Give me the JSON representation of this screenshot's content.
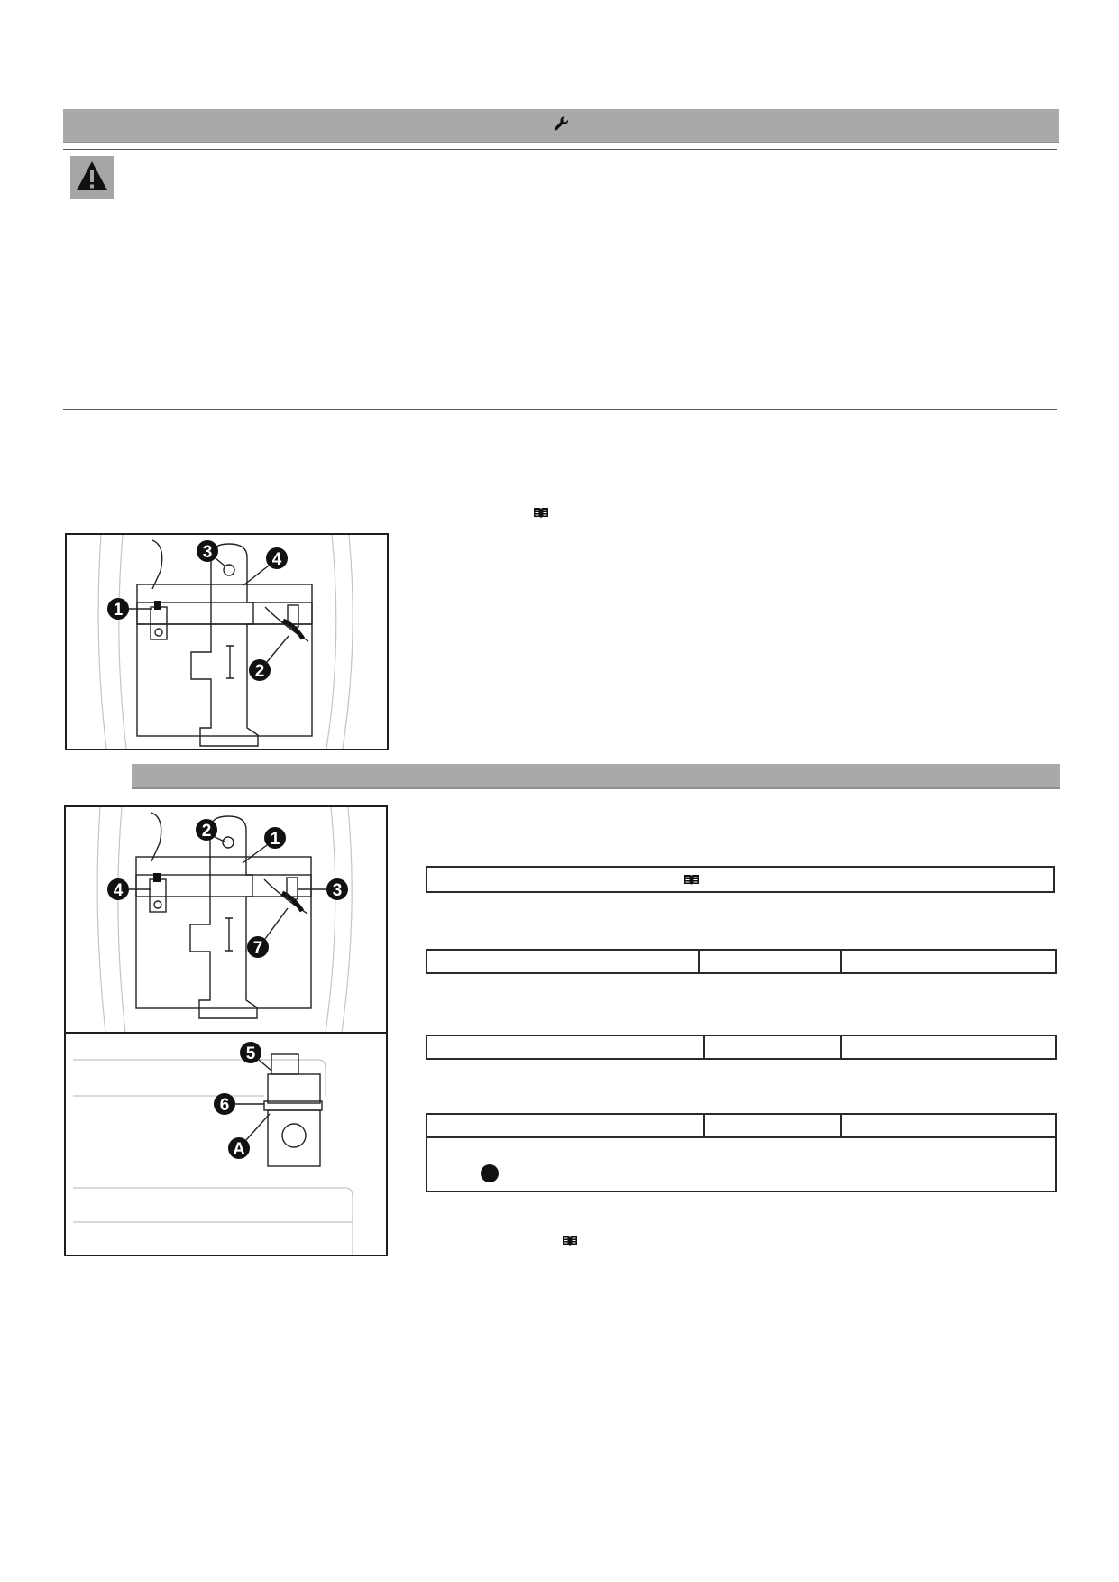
{
  "header_bar": {
    "icon": "wrench-icon",
    "text": ""
  },
  "warning": {
    "icon": "warning-triangle-icon",
    "text": ""
  },
  "removal": {
    "reference_icon": "book-icon"
  },
  "figure_top": {
    "callouts": [
      "1",
      "2",
      "3",
      "4"
    ]
  },
  "install_bar": {
    "text": ""
  },
  "figure_bottom": {
    "callouts": [
      "1",
      "2",
      "3",
      "4",
      "5",
      "6",
      "7",
      "A"
    ]
  },
  "install": {
    "reference_box_icon": "book-icon",
    "bullet_icon": "filled-circle-icon",
    "final_reference_icon": "book-icon"
  }
}
